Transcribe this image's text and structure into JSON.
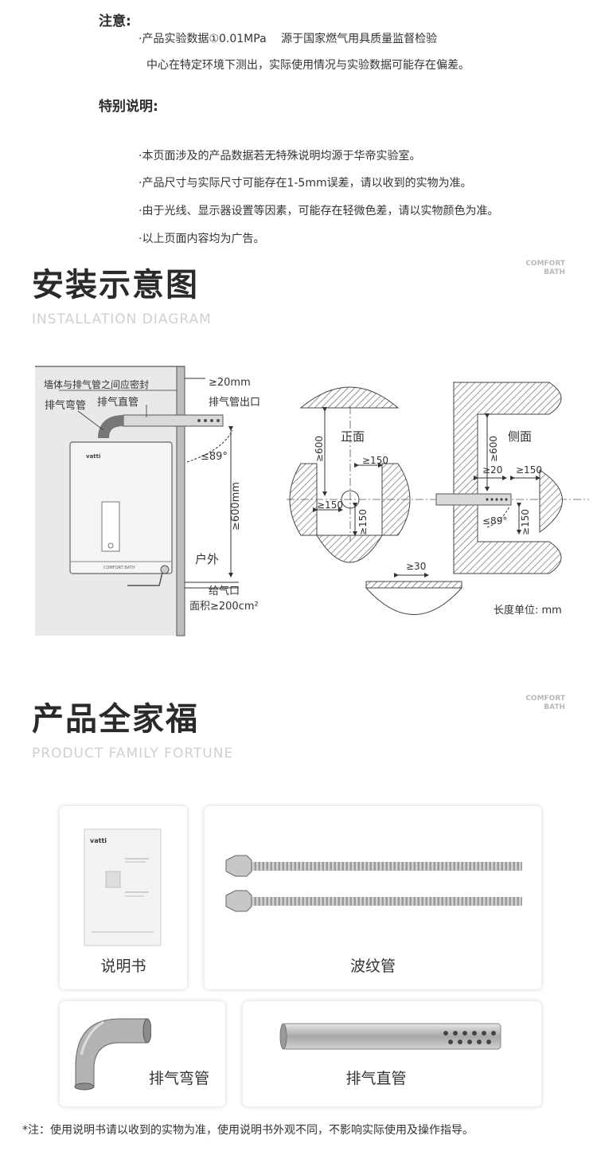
{
  "notice": {
    "heading": "注意:",
    "line1": "·产品实验数据①0.01MPa　 源于国家燃气用具质量监督检验",
    "line2": "中心在特定环境下测出，实际使用情况与实验数据可能存在偏差。"
  },
  "special": {
    "heading": "特别说明:",
    "items": [
      "·本页面涉及的产品数据若无特殊说明均源于华帝实验室。",
      "·产品尺寸与实际尺寸可能存在1-5mm误差，请以收到的实物为准。",
      "·由于光线、显示器设置等因素，可能存在轻微色差，请以实物颜色为准。",
      "·以上页面内容均为广告。"
    ]
  },
  "install": {
    "title": "安装示意图",
    "subtitle": "INSTALLATION DIAGRAM",
    "brand_line1": "COMFORT",
    "brand_line2": "BATH",
    "labels": {
      "seal": "墙体与排气管之间应密封",
      "straight_pipe": "排气直管",
      "elbow": "排气弯管",
      "outlet": "排气管出口",
      "gap20": "≥20mm",
      "angle89": "≤89°",
      "h600mm": "≥600mm",
      "outdoor": "户外",
      "air_inlet": "给气口",
      "area": "面积≥200cm²",
      "front": "正面",
      "side": "侧面",
      "d600": "≥600",
      "d150": "≥150",
      "d20": "≥20",
      "d30": "≥30",
      "unit": "长度单位: mm",
      "heater_brand": "vatti",
      "heater_model": "COMFORT BATH"
    }
  },
  "family": {
    "title": "产品全家福",
    "subtitle": "PRODUCT FAMILY FORTUNE",
    "brand_line1": "COMFORT",
    "brand_line2": "BATH",
    "items": [
      {
        "label": "说明书"
      },
      {
        "label": "波纹管"
      },
      {
        "label": "排气弯管"
      },
      {
        "label": "排气直管"
      }
    ],
    "manual_brand": "vatti"
  },
  "footnote": "*注：使用说明书请以收到的实物为准，使用说明书外观不同，不影响实际使用及操作指导。"
}
